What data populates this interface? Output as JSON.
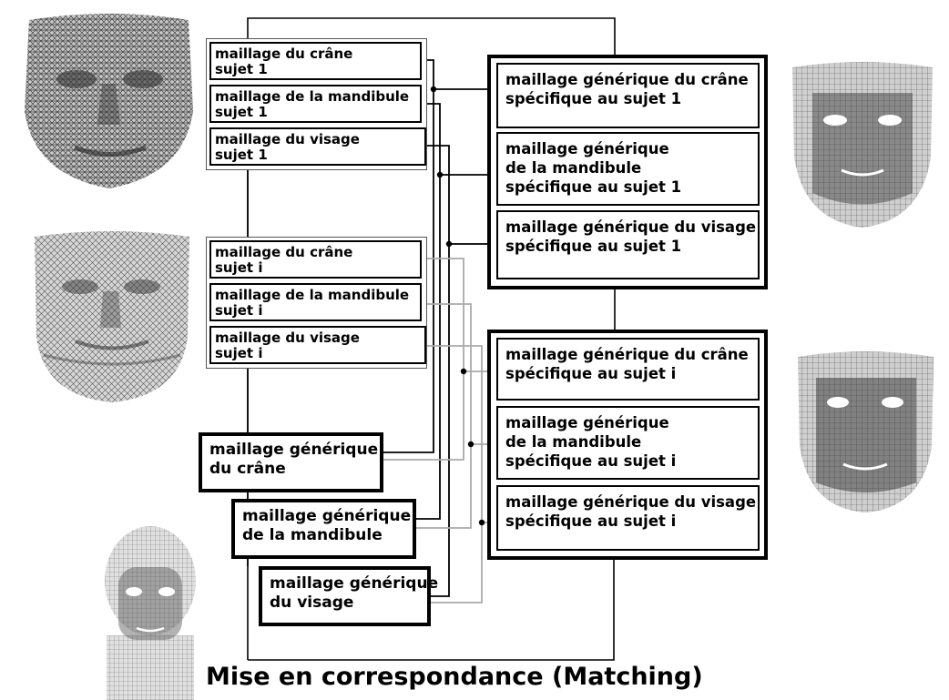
{
  "title": "Mise en correspondance (Matching)",
  "subjects": [
    {
      "sources": [
        {
          "line1": "maillage du crâne",
          "line2": "sujet 1"
        },
        {
          "line1": "maillage de la mandibule",
          "line2": "sujet 1"
        },
        {
          "line1": "maillage du visage",
          "line2": "sujet 1"
        }
      ],
      "targets": [
        {
          "lines": [
            "maillage générique du crâne",
            "spécifique au sujet 1"
          ]
        },
        {
          "lines": [
            "maillage générique",
            "de la mandibule",
            "spécifique au sujet 1"
          ]
        },
        {
          "lines": [
            "maillage générique du visage",
            "spécifique au sujet 1"
          ]
        }
      ]
    },
    {
      "sources": [
        {
          "line1": "maillage du crâne",
          "line2": "sujet i"
        },
        {
          "line1": "maillage de la mandibule",
          "line2": "sujet i"
        },
        {
          "line1": "maillage du visage",
          "line2": "sujet i"
        }
      ],
      "targets": [
        {
          "lines": [
            "maillage générique du crâne",
            "spécifique au sujet  i"
          ]
        },
        {
          "lines": [
            "maillage générique",
            "de la mandibule",
            "spécifique au sujet  i"
          ]
        },
        {
          "lines": [
            "maillage générique du visage",
            "spécifique au sujet  i"
          ]
        }
      ]
    }
  ],
  "generic_meshes": [
    {
      "line1": "maillage générique",
      "line2": "du crâne"
    },
    {
      "line1": "maillage générique",
      "line2": "de la mandibule"
    },
    {
      "line1": "maillage générique",
      "line2": "du visage"
    }
  ],
  "colors": {
    "line_black": "#000000",
    "line_gray": "#aaaaaa"
  }
}
